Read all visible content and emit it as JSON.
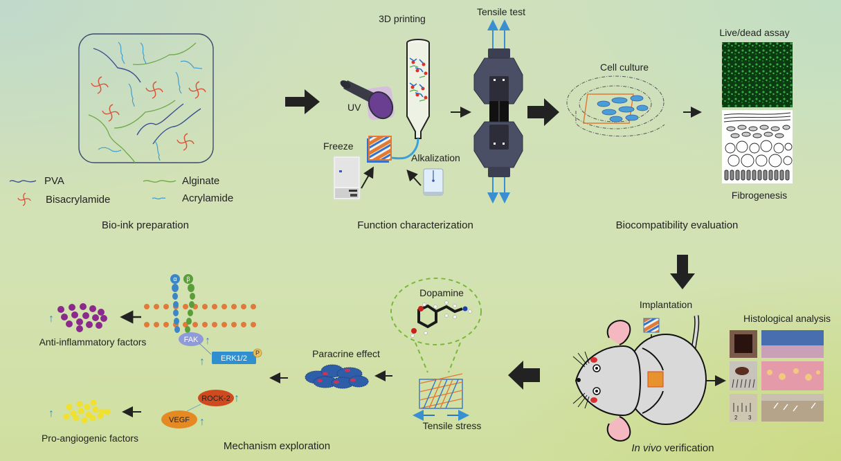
{
  "diagram": {
    "sections": {
      "bioink": "Bio-ink preparation",
      "function": "Function characterization",
      "biocompat": "Biocompatibility evaluation",
      "invivo_italic": "In vivo",
      "invivo_rest": " verification",
      "mechanism": "Mechanism exploration"
    },
    "legend": {
      "pva": "PVA",
      "alginate": "Alginate",
      "bisacrylamide": "Bisacrylamide",
      "acrylamide": "Acrylamide"
    },
    "function_labels": {
      "printing": "3D printing",
      "tensile_test": "Tensile test",
      "uv": "UV",
      "freeze": "Freeze",
      "alkalization": "Alkalization"
    },
    "biocompat_labels": {
      "cell_culture": "Cell culture",
      "live_dead": "Live/dead assay",
      "fibrogenesis": "Fibrogenesis"
    },
    "invivo_labels": {
      "implantation": "Implantation",
      "histology": "Histological analysis",
      "ruler_2": "2",
      "ruler_3": "3"
    },
    "mechanism_labels": {
      "dopamine": "Dopamine",
      "tensile_stress": "Tensile stress",
      "paracrine": "Paracrine effect",
      "alpha": "α",
      "beta": "β",
      "fak": "FAK",
      "erk": "ERK1/2",
      "phospho": "P",
      "rock2": "ROCK-2",
      "vegf": "VEGF",
      "anti_inflammatory": "Anti-inflammatory factors",
      "pro_angiogenic": "Pro-angiogenic factors",
      "up_arrow": "↑"
    },
    "colors": {
      "pva": "#3a4f8e",
      "alginate": "#6fa84a",
      "bisacrylamide": "#d9553a",
      "acrylamide": "#3f9fd0",
      "flow_arrow": "#222222",
      "up_arrow": "#2b8fd0",
      "membrane": "#e07a3a",
      "integrin_alpha": "#3b86c6",
      "integrin_beta": "#5a9e3a",
      "fak": "#8f9ad8",
      "erk": "#2f8fcf",
      "rock2": "#cf4a1f",
      "vegf": "#e58a22",
      "anti_inflammatory_dots": "#8a2a8c",
      "pro_angiogenic_dots": "#f0e030",
      "scaffold_orange": "#e07a35",
      "scaffold_blue": "#3573c8"
    }
  }
}
